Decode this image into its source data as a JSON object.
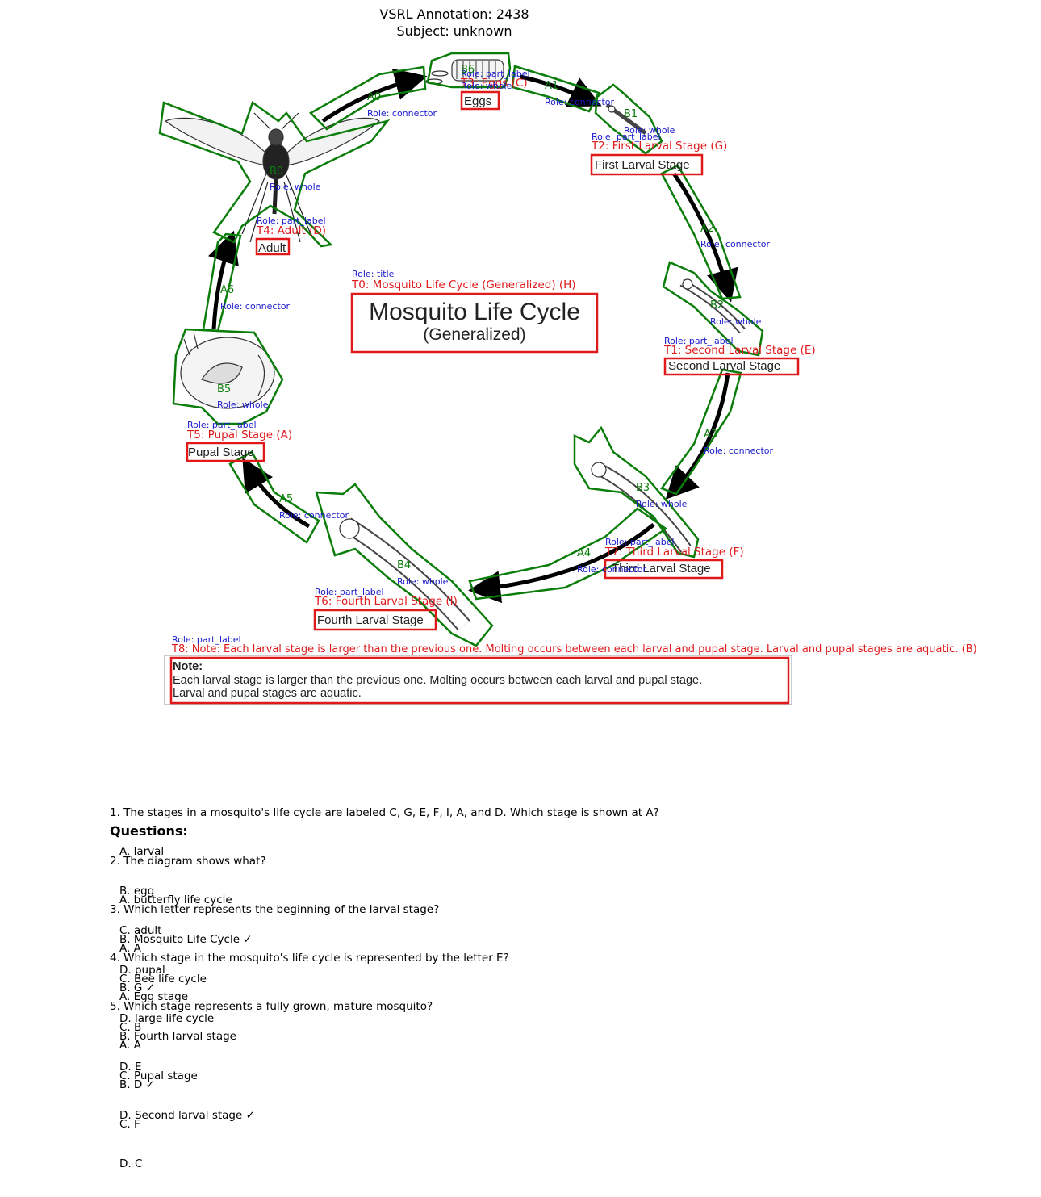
{
  "header": {
    "line1": "VSRL Annotation: 2438",
    "line2": "Subject: unknown"
  },
  "diagram": {
    "title_main": "Mosquito Life Cycle",
    "title_sub": "(Generalized)",
    "label_eggs": "Eggs",
    "label_first": "First Larval Stage",
    "label_second": "Second Larval Stage",
    "label_third": "Third Larval Stage",
    "label_fourth": "Fourth Larval Stage",
    "label_pupal": "Pupal Stage",
    "label_adult": "Adult",
    "note_title": "Note:",
    "note_line1": "Each larval stage is larger than the previous one.  Molting occurs between each larval and pupal stage.",
    "note_line2": "Larval and pupal stages are aquatic."
  },
  "annotations": {
    "text_boxes": [
      {
        "id": "T0",
        "role": "Role: title",
        "caption": "T0: Mosquito Life Cycle (Generalized) (H)"
      },
      {
        "id": "T1",
        "role": "Role: part_label",
        "caption": "T1: Second Larval Stage (E)"
      },
      {
        "id": "T2",
        "role": "Role: part_label",
        "caption": "T2: First Larval Stage (G)"
      },
      {
        "id": "T3",
        "role": "Role: part_label",
        "caption": "T3: Eggs (C)"
      },
      {
        "id": "T4",
        "role": "Role: part_label",
        "caption": "T4: Adult (D)"
      },
      {
        "id": "T5",
        "role": "Role: part_label",
        "caption": "T5: Pupal Stage (A)"
      },
      {
        "id": "T6",
        "role": "Role: part_label",
        "caption": "T6: Fourth Larval Stage (I)"
      },
      {
        "id": "T7",
        "role": "Role: part_label",
        "caption": "T7: Third Larval Stage (F)"
      },
      {
        "id": "T8",
        "role": "Role: part_label",
        "caption": "T8: Note: Each larval stage is larger than the previous one. Molting occurs between each larval and pupal stage. Larval and pupal stages are aquatic. (B)"
      }
    ],
    "arrows": [
      {
        "id": "A0",
        "role": "Role: connector"
      },
      {
        "id": "A1",
        "role": "Role: connector"
      },
      {
        "id": "A2",
        "role": "Role: connector"
      },
      {
        "id": "A3",
        "role": "Role: connector"
      },
      {
        "id": "A4",
        "role": "Role: connector"
      },
      {
        "id": "A5",
        "role": "Role: connector"
      },
      {
        "id": "A6",
        "role": "Role: connector"
      }
    ],
    "blobs": [
      {
        "id": "B0",
        "role": "Role: whole"
      },
      {
        "id": "B1",
        "role": "Role: whole"
      },
      {
        "id": "B2",
        "role": "Role: whole"
      },
      {
        "id": "B3",
        "role": "Role: whole"
      },
      {
        "id": "B4",
        "role": "Role: whole"
      },
      {
        "id": "B5",
        "role": "Role: whole"
      },
      {
        "id": "B6",
        "role": "Role: whole"
      }
    ],
    "colors": {
      "text_box": "#e0191b",
      "blob": "#0a7d0a",
      "role": "#1a1acc"
    }
  },
  "questions": {
    "title": "Questions:",
    "items": [
      {
        "q": "1. The stages in a mosquito's life cycle are labeled C, G, E, F, I, A, and D. Which stage is shown at A?",
        "options": [
          "A. larval",
          "B. egg",
          "C. adult",
          "D. pupal"
        ]
      },
      {
        "q": "2. The diagram shows what?",
        "options": [
          "A. butterfly life cycle",
          "B. Mosquito Life Cycle ✓",
          "C. Bee life cycle",
          "D. large life cycle"
        ]
      },
      {
        "q": "3. Which letter represents the beginning of the larval stage?",
        "options": [
          "A. A",
          "B. G ✓",
          "C. B",
          "D. E"
        ]
      },
      {
        "q": "4. Which stage in the mosquito's life cycle is represented by the letter E?",
        "options": [
          "A. Egg stage",
          "B. Fourth larval stage",
          "C. Pupal stage",
          "D. Second larval stage ✓"
        ]
      },
      {
        "q": "5. Which stage represents a fully grown, mature mosquito?",
        "options": [
          "A. A",
          "B. D ✓",
          "C. F",
          "D. C"
        ]
      }
    ]
  }
}
